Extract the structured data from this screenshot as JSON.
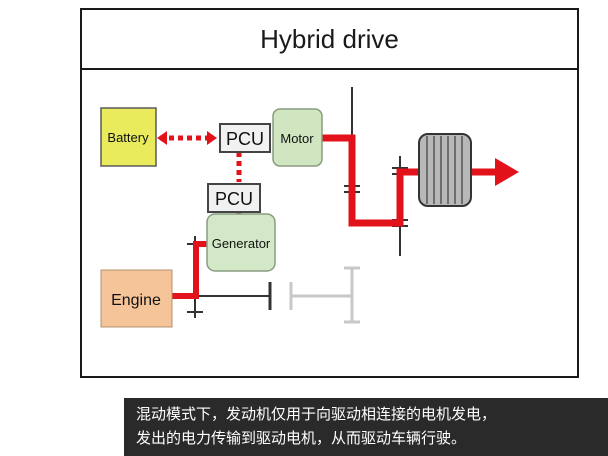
{
  "title": "Hybrid drive",
  "blocks": {
    "battery": "Battery",
    "pcu_top": "PCU",
    "motor": "Motor",
    "pcu_bottom": "PCU",
    "generator": "Generator",
    "engine": "Engine"
  },
  "colors": {
    "power_flow": "#e2121b",
    "battery_fill": "#e9ea5c",
    "motor_fill": "#cfe6c1",
    "generator_fill": "#d3e8c6",
    "engine_fill": "#f6c499",
    "pcu_fill": "#f1f1f1",
    "gear_inactive": "#c8c8c8"
  },
  "caption": {
    "line1": "混动模式下，发动机仅用于向驱动相连接的电机发电，",
    "line2": "发出的电力传输到驱动电机，从而驱动车辆行驶。"
  }
}
